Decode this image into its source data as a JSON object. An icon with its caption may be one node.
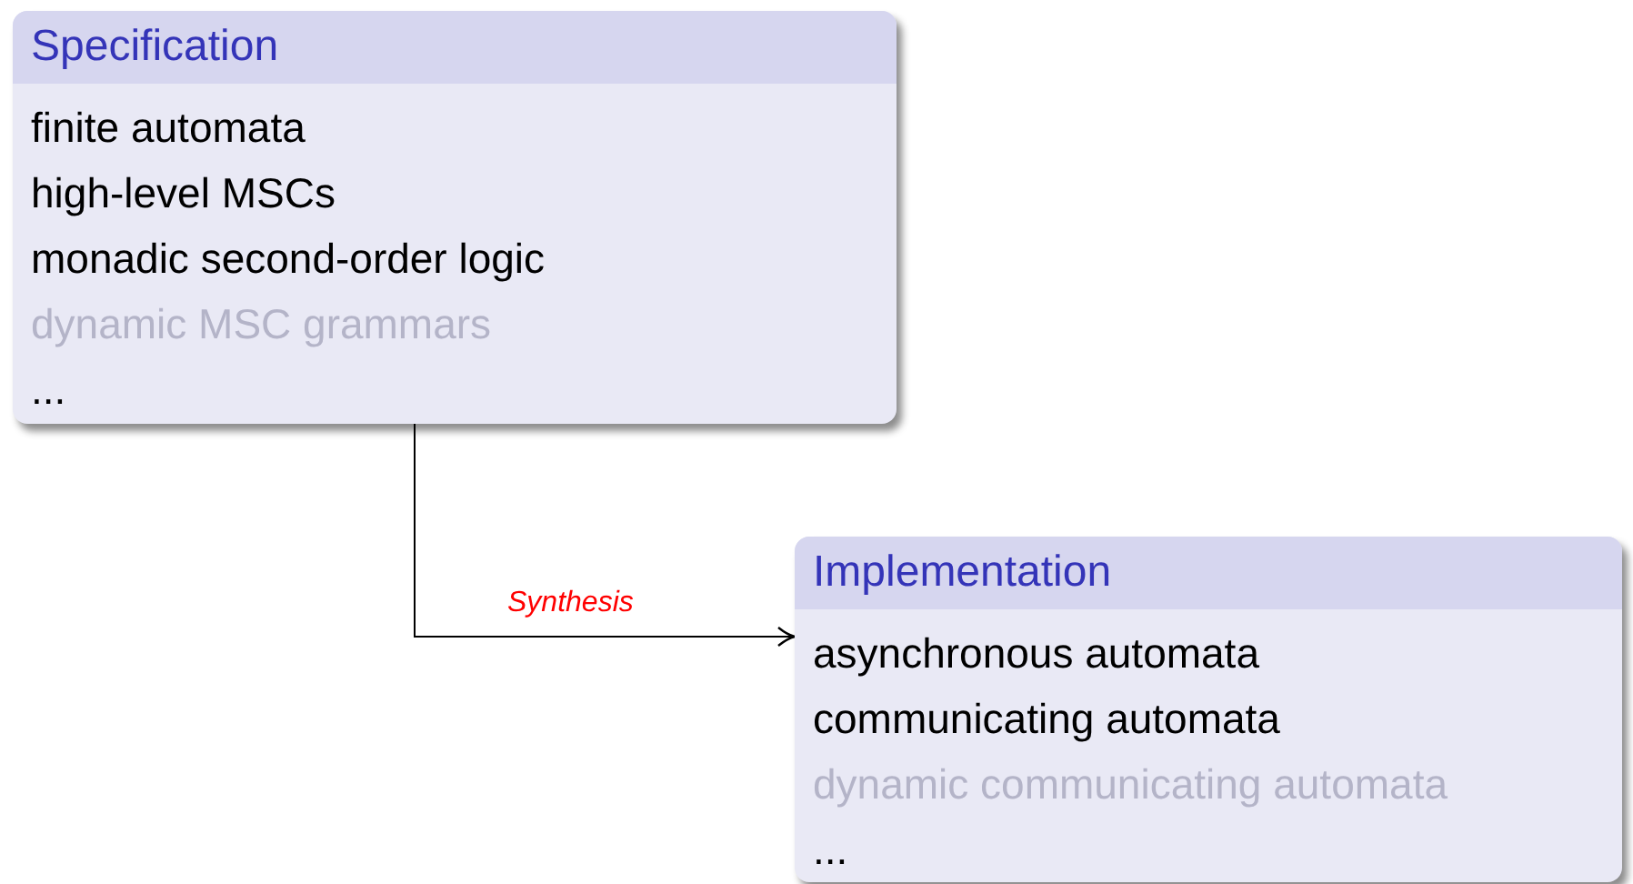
{
  "diagram": {
    "nodes": [
      {
        "text": [
          "Specification",
          "finite automata",
          "high-level MSCs",
          "monadic second-order logic",
          "dynamic MSC grammars",
          "..."
        ]
      },
      {
        "text": [
          "Implementation",
          "asynchronous automata",
          "communicating automata",
          "dynamic communicating automata",
          "..."
        ]
      }
    ],
    "edges": [
      {
        "from": 0,
        "to": 1,
        "arrow": "to",
        "label": "Synthesis"
      }
    ]
  }
}
